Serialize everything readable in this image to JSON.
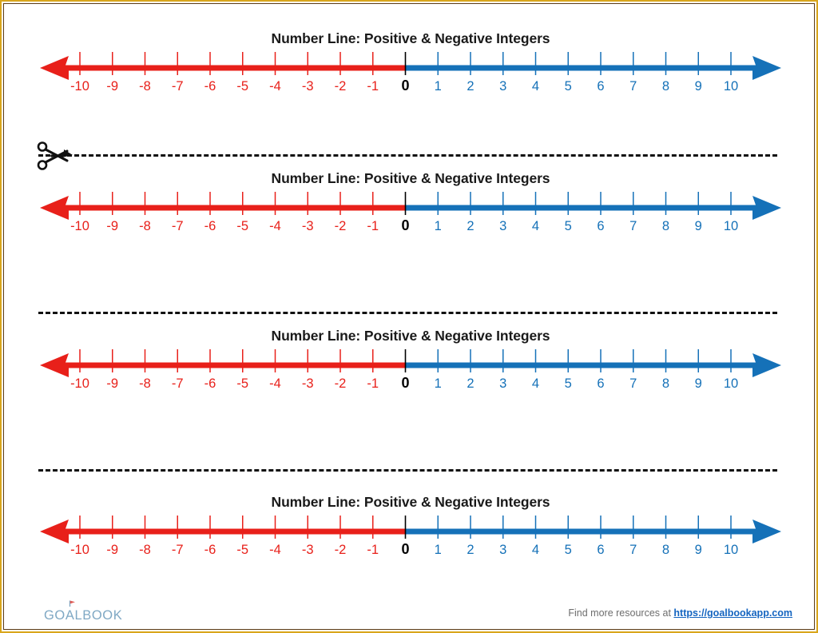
{
  "document": {
    "title": "Number Line: Positive & Negative Integers",
    "border_color_outer": "#d9a61c",
    "border_color_inner": "#5b3a14"
  },
  "chart_data": {
    "type": "line",
    "title": "Number Line: Positive & Negative Integers",
    "xlabel": "",
    "ylabel": "",
    "xlim": [
      -10,
      10
    ],
    "grid": false,
    "legend": "none",
    "tick_labels": [
      "-10",
      "-9",
      "-8",
      "-7",
      "-6",
      "-5",
      "-4",
      "-3",
      "-2",
      "-1",
      "0",
      "1",
      "2",
      "3",
      "4",
      "5",
      "6",
      "7",
      "8",
      "9",
      "10"
    ],
    "values": [
      -10,
      -9,
      -8,
      -7,
      -6,
      -5,
      -4,
      -3,
      -2,
      -1,
      0,
      1,
      2,
      3,
      4,
      5,
      6,
      7,
      8,
      9,
      10
    ],
    "negative_color": "#e8201a",
    "positive_color": "#1571b8",
    "zero_color": "#000000",
    "left_arrow": "arrow-left",
    "right_arrow": "arrow-right",
    "repeats": 4
  },
  "number_lines": [
    {
      "title": "Number Line: Positive & Negative Integers"
    },
    {
      "title": "Number Line: Positive & Negative Integers"
    },
    {
      "title": "Number Line: Positive & Negative Integers"
    },
    {
      "title": "Number Line: Positive & Negative Integers"
    }
  ],
  "cut_lines": [
    {
      "has_scissors": true
    },
    {
      "has_scissors": false
    },
    {
      "has_scissors": false
    }
  ],
  "footer": {
    "logo_text": "GOALBOOK",
    "logo_color": "#7fa8c4",
    "note_prefix": "Find more resources at ",
    "link_text": "https://goalbookapp.com",
    "link_color": "#1565c0"
  }
}
